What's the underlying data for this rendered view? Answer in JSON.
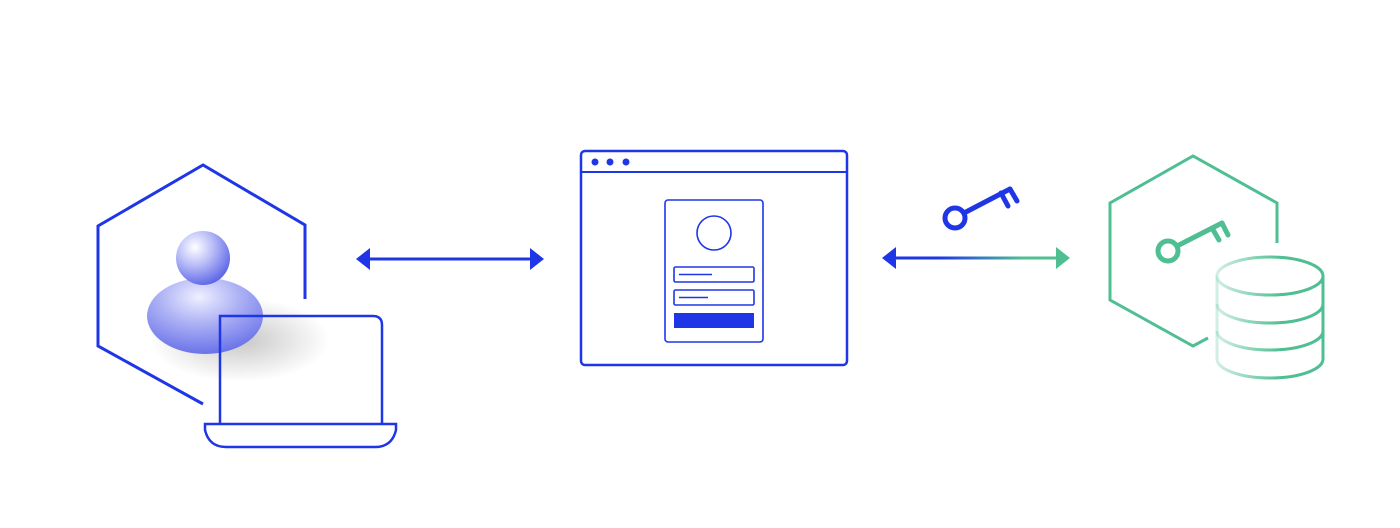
{
  "colors": {
    "blue": "#1f36e6",
    "green": "#4fbf93",
    "background": "#ffffff"
  },
  "nodes": [
    {
      "id": "user",
      "icon": "user-with-laptop-icon",
      "container": "hexagon"
    },
    {
      "id": "login-app",
      "icon": "browser-window-with-login-form-icon"
    },
    {
      "id": "credential-store",
      "icon": "database-with-key-icon",
      "container": "hexagon"
    }
  ],
  "connections": [
    {
      "from": "user",
      "to": "login-app",
      "direction": "bidirectional",
      "color": "blue"
    },
    {
      "from": "login-app",
      "to": "credential-store",
      "direction": "bidirectional",
      "color": "blue-to-green-gradient",
      "icon": "key-icon"
    }
  ]
}
